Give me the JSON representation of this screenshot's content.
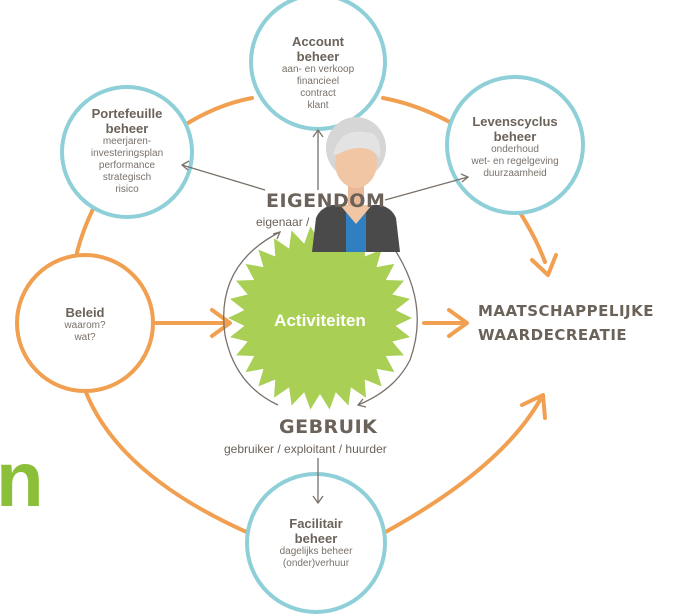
{
  "center": {
    "label": "Activiteiten"
  },
  "nodes": {
    "account": {
      "title_1": "Account",
      "title_2": "beheer",
      "lines": [
        "aan- en verkoop",
        "financieel",
        "contract",
        "klant"
      ]
    },
    "portefeuille": {
      "title_1": "Portefeuille",
      "title_2": "beheer",
      "lines": [
        "meerjaren-",
        "investeringsplan",
        "performance",
        "strategisch",
        "risico"
      ]
    },
    "levenscyclus": {
      "title_1": "Levenscyclus",
      "title_2": "beheer",
      "lines": [
        "onderhoud",
        "wet- en regelgeving",
        "duurzaamheid"
      ]
    },
    "beleid": {
      "title": "Beleid",
      "lines": [
        "waarom?",
        "wat?"
      ]
    },
    "facilitair": {
      "title_1": "Facilitair",
      "title_2": "beheer",
      "lines": [
        "dagelijks beheer",
        "(onder)verhuur"
      ]
    }
  },
  "eigendom": {
    "label": "EIGENDOM",
    "sub": "eigenaar /"
  },
  "gebruik": {
    "label": "GEBRUIK",
    "sub": "gebruiker / exploitant / huurder"
  },
  "outcome": {
    "line_1": "MAATSCHAPPELIJKE",
    "line_2": "WAARDECREATIE"
  },
  "fragment": {
    "text": "n"
  },
  "colors": {
    "orange": "#f0a050",
    "teal": "#8ecfd8",
    "green": "#a9cf54",
    "text": "#6b625a",
    "fragment": "#8bbf3a"
  },
  "icons": [
    "person-icon"
  ]
}
